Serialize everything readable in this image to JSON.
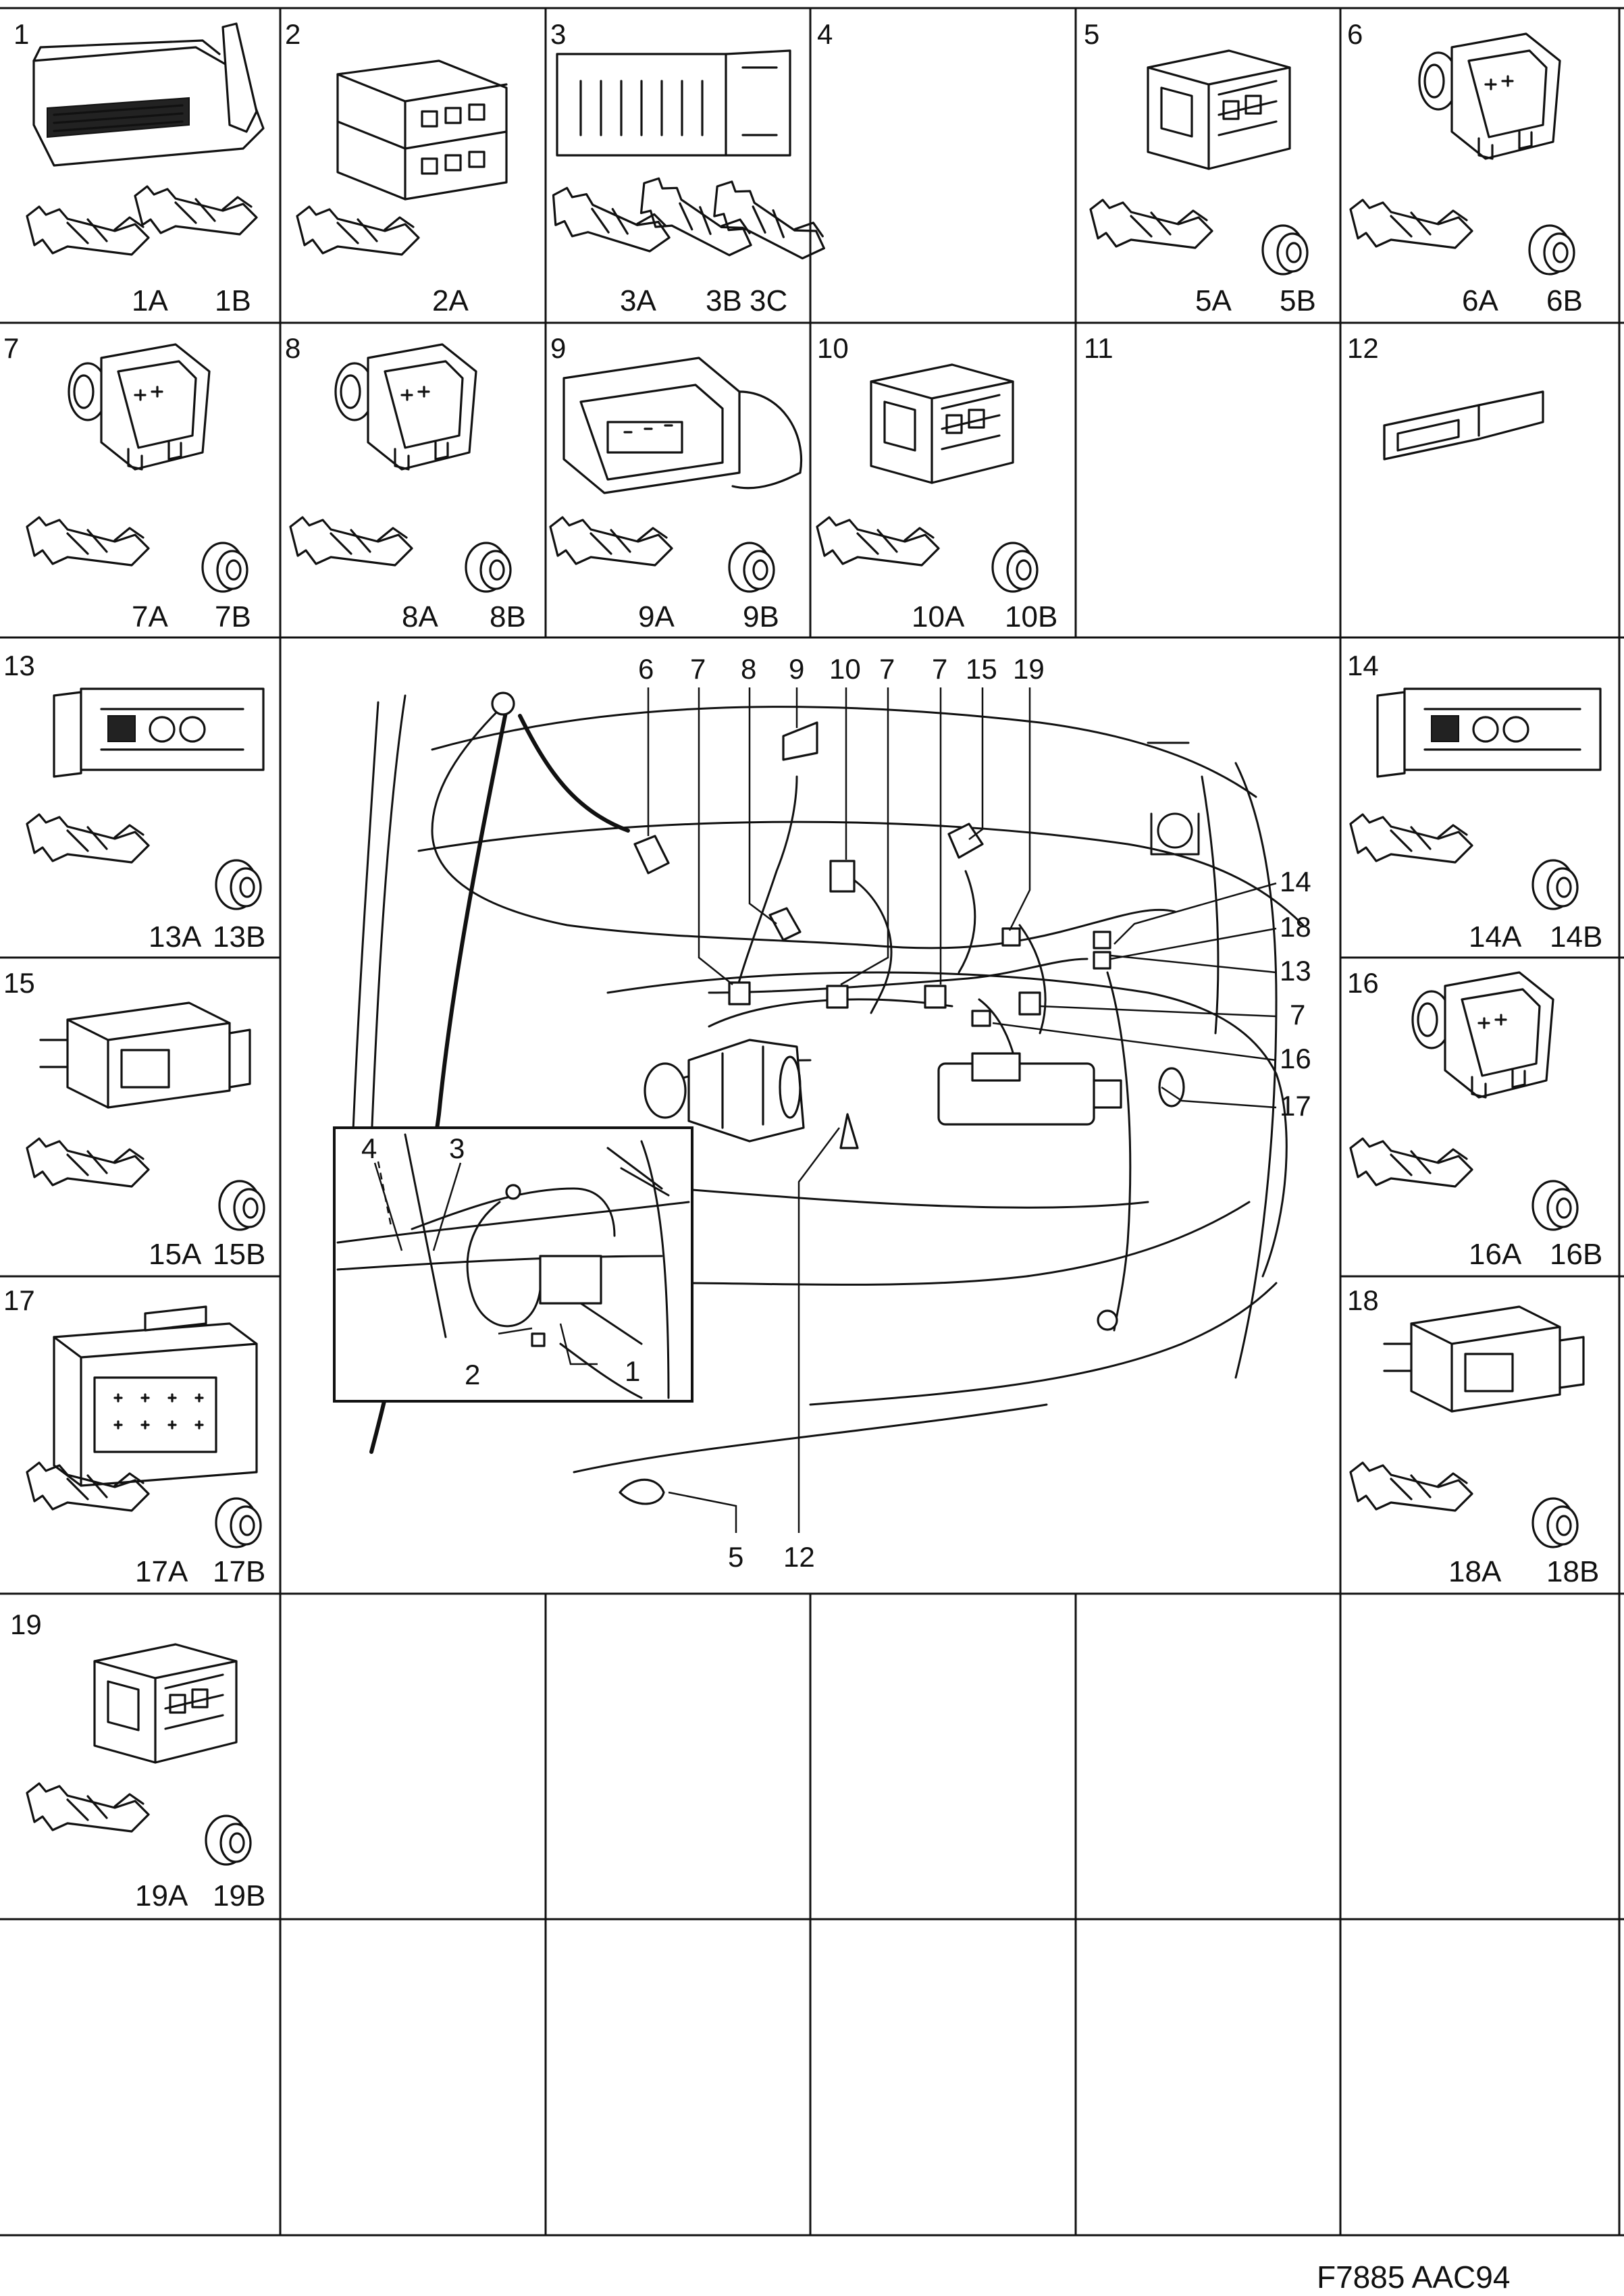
{
  "drawing_code": "F7885 AAC94",
  "cells": [
    {
      "id": "1",
      "number": "1",
      "sublabels": [
        "1A",
        "1B"
      ]
    },
    {
      "id": "2",
      "number": "2",
      "sublabels": [
        "2A"
      ]
    },
    {
      "id": "3",
      "number": "3",
      "sublabels": [
        "3A",
        "3B",
        "3C"
      ]
    },
    {
      "id": "4",
      "number": "4",
      "sublabels": []
    },
    {
      "id": "5",
      "number": "5",
      "sublabels": [
        "5A",
        "5B"
      ]
    },
    {
      "id": "6",
      "number": "6",
      "sublabels": [
        "6A",
        "6B"
      ]
    },
    {
      "id": "7",
      "number": "7",
      "sublabels": [
        "7A",
        "7B"
      ]
    },
    {
      "id": "8",
      "number": "8",
      "sublabels": [
        "8A",
        "8B"
      ]
    },
    {
      "id": "9",
      "number": "9",
      "sublabels": [
        "9A",
        "9B"
      ]
    },
    {
      "id": "10",
      "number": "10",
      "sublabels": [
        "10A",
        "10B"
      ]
    },
    {
      "id": "11",
      "number": "11",
      "sublabels": []
    },
    {
      "id": "12",
      "number": "12",
      "sublabels": []
    },
    {
      "id": "13",
      "number": "13",
      "sublabels": [
        "13A",
        "13B"
      ]
    },
    {
      "id": "14",
      "number": "14",
      "sublabels": [
        "14A",
        "14B"
      ]
    },
    {
      "id": "15",
      "number": "15",
      "sublabels": [
        "15A",
        "15B"
      ]
    },
    {
      "id": "16",
      "number": "16",
      "sublabels": [
        "16A",
        "16B"
      ]
    },
    {
      "id": "17",
      "number": "17",
      "sublabels": [
        "17A",
        "17B"
      ]
    },
    {
      "id": "18",
      "number": "18",
      "sublabels": [
        "18A",
        "18B"
      ]
    },
    {
      "id": "19",
      "number": "19",
      "sublabels": [
        "19A",
        "19B"
      ]
    }
  ],
  "callouts": {
    "top": [
      "6",
      "7",
      "8",
      "9",
      "10",
      "7",
      "7",
      "15",
      "19"
    ],
    "right": [
      "14",
      "18",
      "13",
      "7",
      "16",
      "17"
    ],
    "bottom": [
      "5",
      "12"
    ],
    "inset": [
      "4",
      "3",
      "2",
      "1"
    ]
  }
}
